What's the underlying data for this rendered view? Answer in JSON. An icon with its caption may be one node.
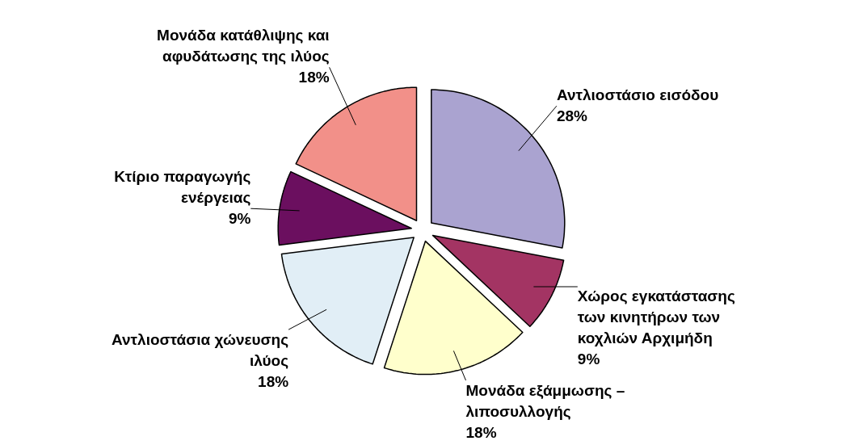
{
  "diagram": {
    "chart_data": {
      "type": "pie",
      "categories": [
        "Αντλιοστάσιο εισόδου",
        "Χώρος εγκατάστασης των κινητήρων των κοχλιών Αρχιμήδη",
        "Μονάδα εξάμμωσης – λιποσυλλογής",
        "Αντλιοστάσια χώνευσης ιλύος",
        "Κτίριο παραγωγής ενέργειας",
        "Μονάδα κατάθλιψης και αφυδάτωσης της ιλύος"
      ],
      "series": [
        {
          "colors": [
            "#aaa3d0",
            "#a33463",
            "#ffffcc",
            "#e1eef6",
            "#6b0f5f",
            "#f29089"
          ],
          "values": [
            28,
            9,
            18,
            18,
            9,
            18
          ]
        }
      ],
      "value_labels": [
        "28%",
        "9%",
        "18%",
        "18%",
        "9%",
        "18%"
      ]
    }
  }
}
